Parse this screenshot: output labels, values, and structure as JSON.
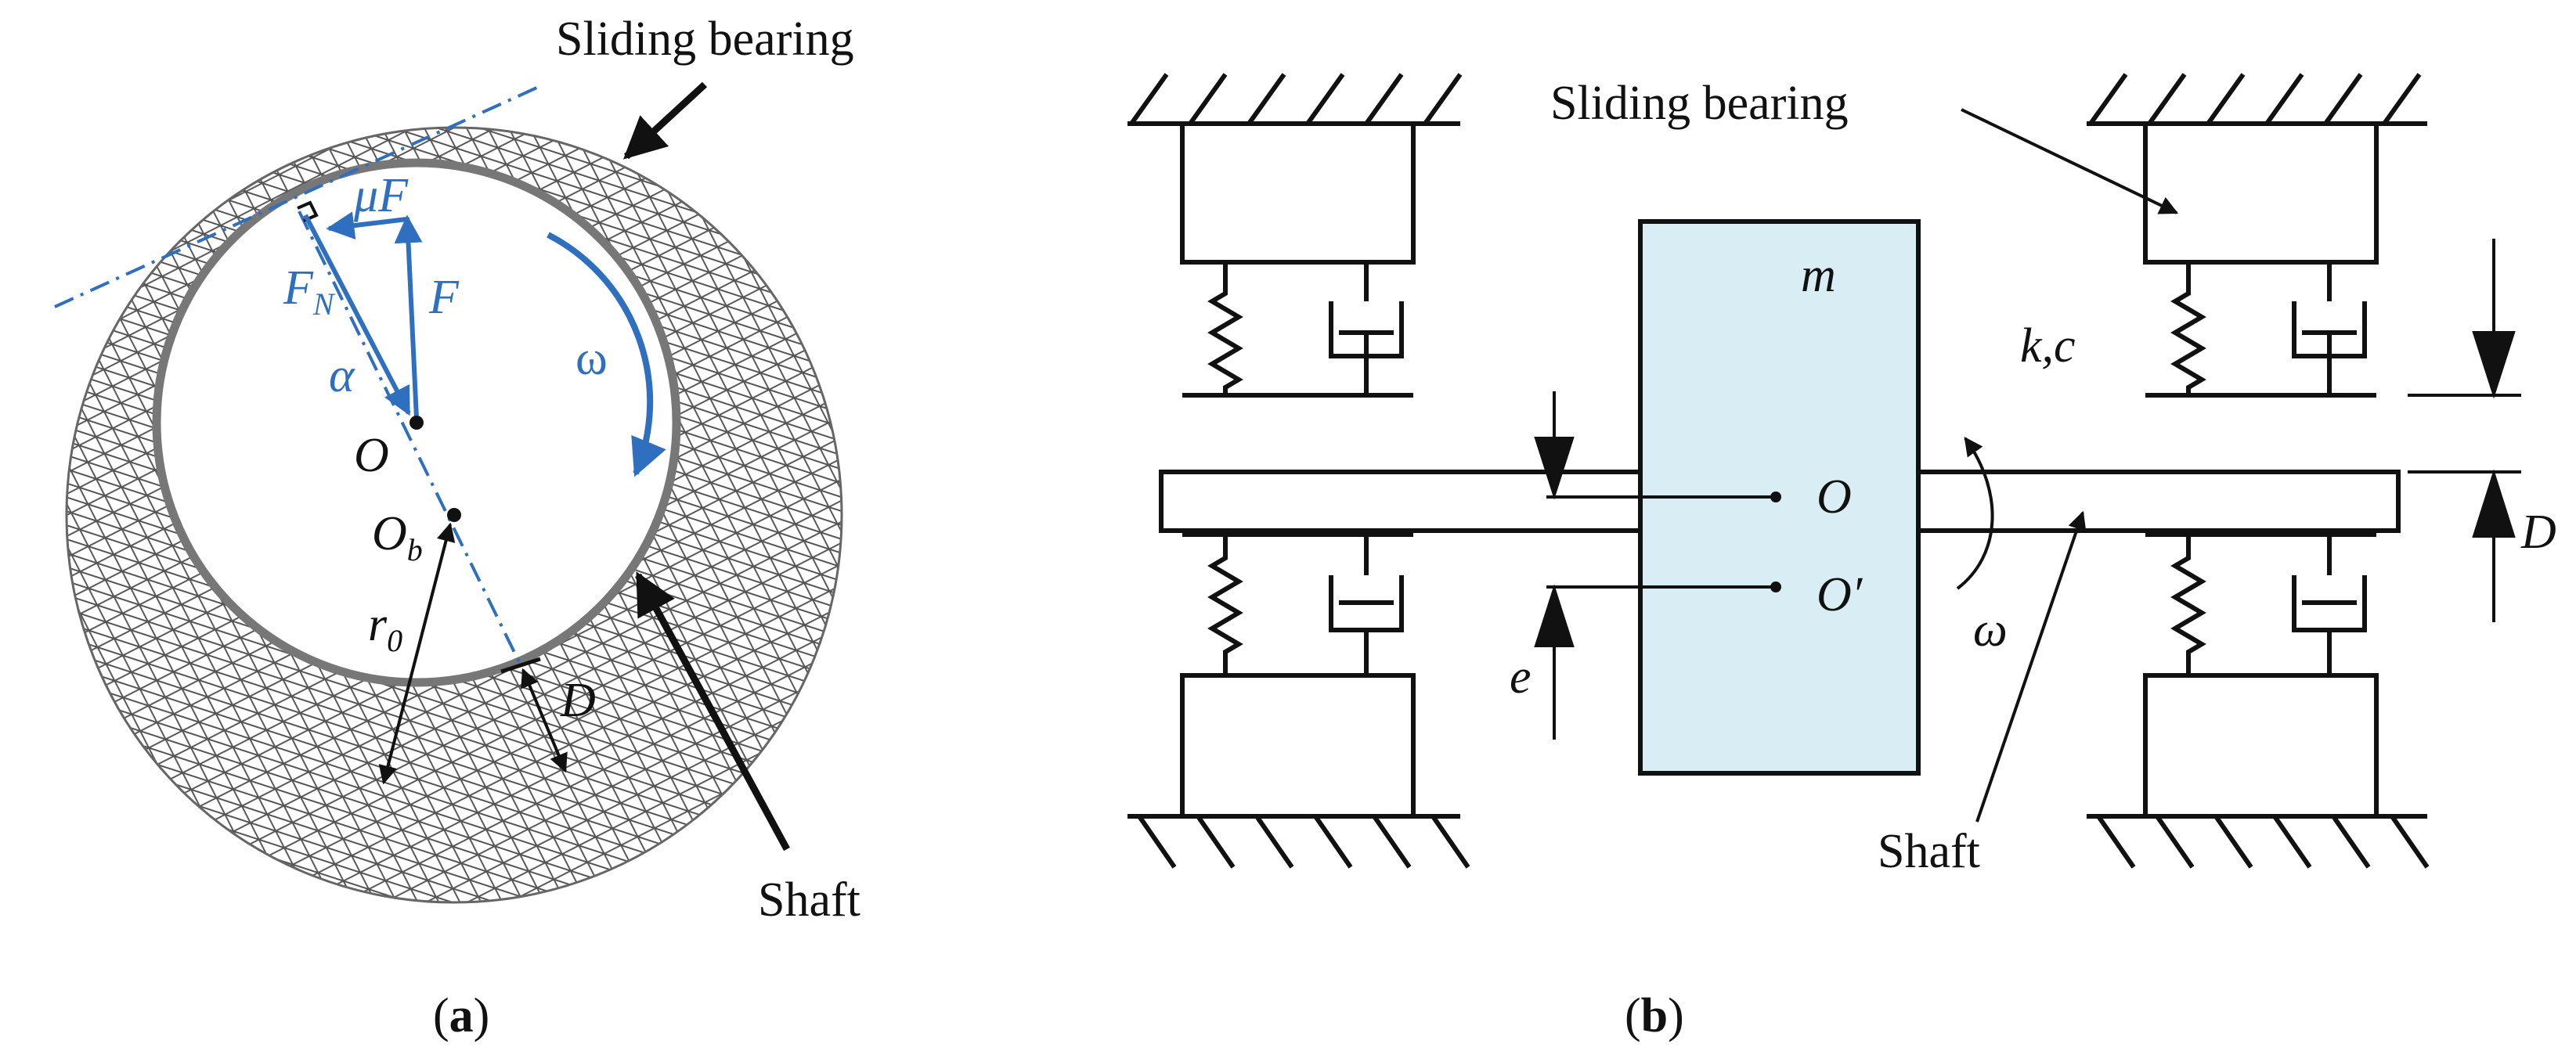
{
  "panel_a": {
    "caption_open": "(",
    "caption_letter": "a",
    "caption_close": ")",
    "label_bearing": "Sliding bearing",
    "label_shaft": "Shaft",
    "sym_muF": "μF",
    "sym_FN_main": "F",
    "sym_FN_sub": "N",
    "sym_F": "F",
    "sym_alpha": "α",
    "sym_omega": "ω",
    "sym_O": "O",
    "sym_Ob_main": "O",
    "sym_Ob_sub": "b",
    "sym_r0_main": "r",
    "sym_r0_sub": "0",
    "sym_D": "D"
  },
  "panel_b": {
    "caption_open": "(",
    "caption_letter": "b",
    "caption_close": ")",
    "label_bearing": "Sliding bearing",
    "label_shaft": "Shaft",
    "sym_m": "m",
    "sym_kc": "k,c",
    "sym_O": "O",
    "sym_Oprime": "O′",
    "sym_e": "e",
    "sym_omega": "ω",
    "sym_D": "D"
  },
  "colors": {
    "annotation_blue": "#2f6fc0",
    "disk_fill": "#d9edf4",
    "line": "#111111",
    "mesh": "#555555"
  }
}
